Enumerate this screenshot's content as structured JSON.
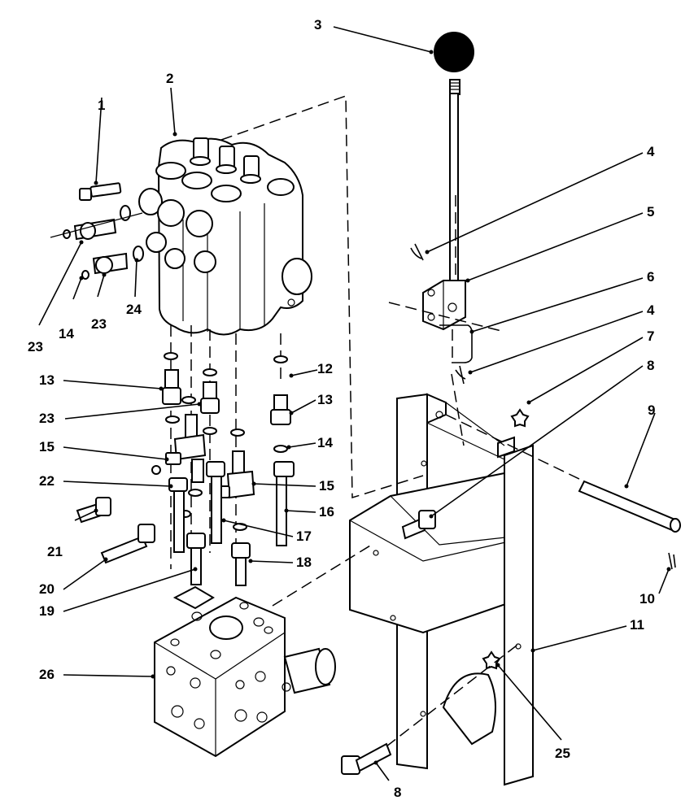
{
  "callouts": {
    "c1": "1",
    "c2": "2",
    "c3": "3",
    "c4a": "4",
    "c5": "5",
    "c6": "6",
    "c4b": "4",
    "c7": "7",
    "c8a": "8",
    "c12": "12",
    "c9": "9",
    "c13a": "13",
    "c13b": "13",
    "c23a": "23",
    "c23b": "23",
    "c23c": "23",
    "c14a": "14",
    "c14b": "14",
    "c24": "24",
    "c15a": "15",
    "c15b": "15",
    "c22": "22",
    "c16": "16",
    "c21": "21",
    "c17": "17",
    "c10": "10",
    "c18": "18",
    "c20": "20",
    "c19": "19",
    "c11": "11",
    "c26": "26",
    "c25": "25",
    "c8b": "8"
  }
}
